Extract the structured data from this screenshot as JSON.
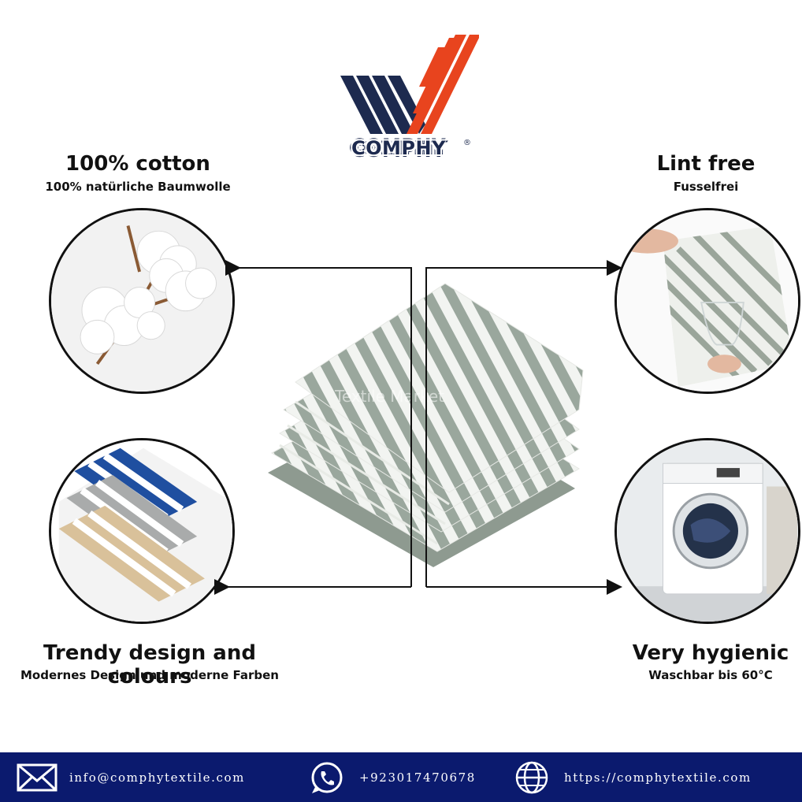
{
  "brand": {
    "name": "COMPHY",
    "reg_mark": "®",
    "colors": {
      "navy": "#1d2a4f",
      "orange": "#e8441e"
    }
  },
  "features": {
    "cotton": {
      "title": "100% cotton",
      "subtitle": "100% natürliche Baumwolle",
      "image": "cotton-bolls"
    },
    "lint": {
      "title": "Lint free",
      "subtitle": "Fusselfrei",
      "image": "towel-polishing-glass"
    },
    "design": {
      "title": "Trendy design and colours",
      "subtitle": "Modernes Design und moderne Farben",
      "image": "striped-towels-blue-grey-beige"
    },
    "hygienic": {
      "title": "Very hygienic",
      "subtitle": "Waschbar bis 60°C",
      "image": "washing-machine"
    }
  },
  "product": {
    "image": "stack-of-grey-striped-tea-towels",
    "watermark": "Textile Market"
  },
  "footer": {
    "background": "#0b1a6e",
    "email": {
      "icon": "envelope-icon",
      "text": "info@comphytextile.com"
    },
    "phone": {
      "icon": "whatsapp-icon",
      "text": "+923017470678"
    },
    "website": {
      "icon": "globe-icon",
      "text": "https://comphytextile.com"
    }
  }
}
